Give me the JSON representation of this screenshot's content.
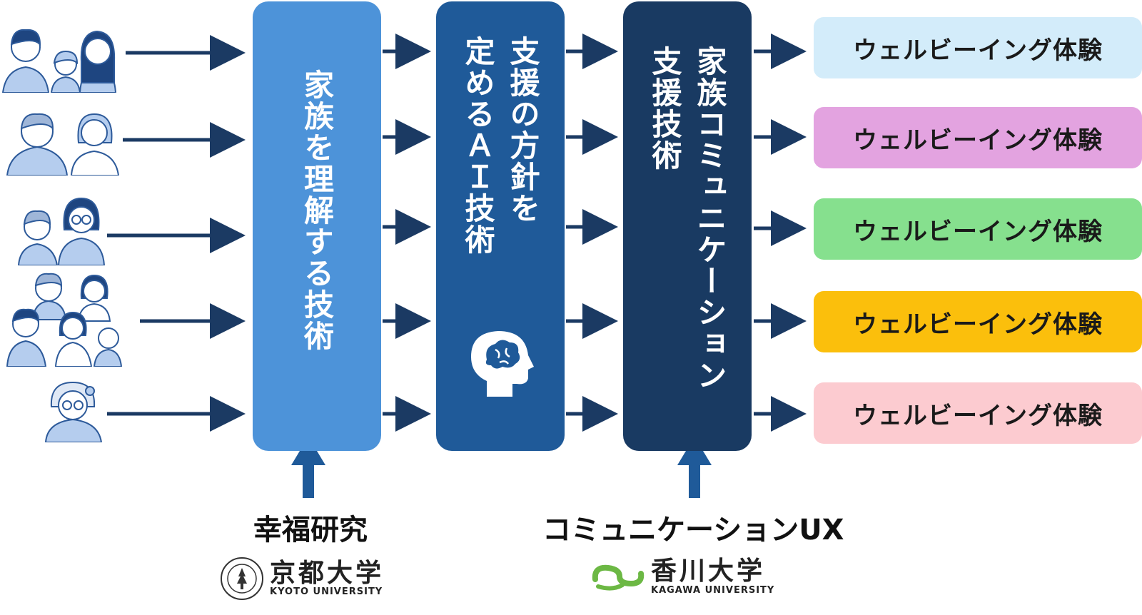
{
  "stages": {
    "understand": "家族を理解する技術",
    "ai": "支援の方針を\n定めるＡＩ技術",
    "comm": "家族コミュニケーション\n支援技術"
  },
  "wellbeing": [
    {
      "label": "ウェルビーイング体験",
      "color": "#d3ecfa"
    },
    {
      "label": "ウェルビーイング体験",
      "color": "#e3a3e0"
    },
    {
      "label": "ウェルビーイング体験",
      "color": "#86e08e"
    },
    {
      "label": "ウェルビーイング体験",
      "color": "#fbbf0c"
    },
    {
      "label": "ウェルビーイング体験",
      "color": "#fccbd0"
    }
  ],
  "sources": {
    "happiness": "幸福研究",
    "ux": "コミュニケーションUX"
  },
  "universities": {
    "kyoto": {
      "name": "京都大学",
      "en": "KYOTO UNIVERSITY"
    },
    "kagawa": {
      "name": "香川大学",
      "en": "KAGAWA UNIVERSITY"
    }
  },
  "colors": {
    "arrow": "#1b3a63",
    "stage_light": "#4d93d9",
    "stage_mid": "#1f5a99",
    "stage_dark": "#193a62",
    "people_fill": "#b5cdee",
    "people_line": "#2d5a9a"
  },
  "icons": [
    "family-icon",
    "brain-head-icon",
    "kyoto-seal-icon",
    "kagawa-logo-icon"
  ]
}
